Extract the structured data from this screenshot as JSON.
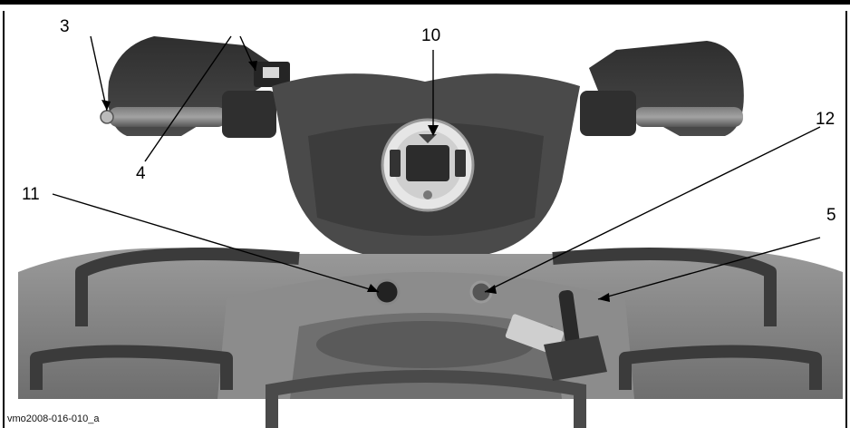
{
  "callouts": {
    "c3": "3",
    "c4": "4",
    "c10": "10",
    "c11": "11",
    "c12": "12",
    "c5": "5"
  },
  "caption": "vmo2008-016-010_a",
  "colors": {
    "ink": "#000000",
    "dark_plastic": "#3a3a3a",
    "mid_plastic": "#7a7a7a",
    "light_plastic": "#a8a8a8",
    "background": "#ffffff"
  }
}
